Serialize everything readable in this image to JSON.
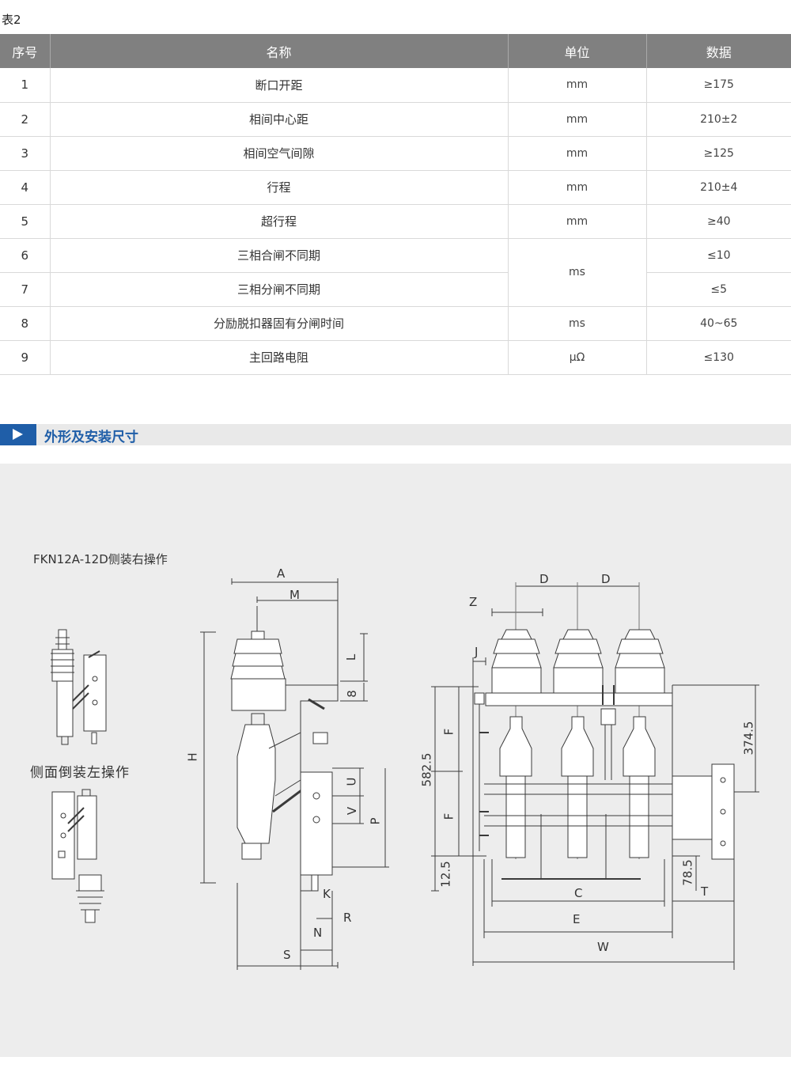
{
  "table": {
    "caption": "表2",
    "headers": [
      "序号",
      "名称",
      "单位",
      "数据"
    ],
    "rows": [
      {
        "no": "1",
        "name": "断口开距",
        "unit": "mm",
        "value": "≥175"
      },
      {
        "no": "2",
        "name": "相间中心距",
        "unit": "mm",
        "value": "210±2"
      },
      {
        "no": "3",
        "name": "相间空气间隙",
        "unit": "mm",
        "value": "≥125"
      },
      {
        "no": "4",
        "name": "行程",
        "unit": "mm",
        "value": "210±4"
      },
      {
        "no": "5",
        "name": "超行程",
        "unit": "mm",
        "value": "≥40"
      },
      {
        "no": "6",
        "name": "三相合闸不同期",
        "unit": "ms",
        "value": "≤10"
      },
      {
        "no": "7",
        "name": "三相分闸不同期",
        "unit": "",
        "value": "≤5"
      },
      {
        "no": "8",
        "name": "分励脱扣器固有分闸时间",
        "unit": "ms",
        "value": "40~65"
      },
      {
        "no": "9",
        "name": "主回路电阻",
        "unit": "μΩ",
        "value": "≤130"
      }
    ]
  },
  "section": {
    "title": "外形及安装尺寸"
  },
  "drawing": {
    "label_right": "FKN12A-12D侧装右操作",
    "label_left": "侧面倒装左操作",
    "side_dims": {
      "A": "A",
      "M": "M",
      "L": "L",
      "eight": "8",
      "H": "H",
      "U": "U",
      "V": "V",
      "P": "P",
      "K": "K",
      "R": "R",
      "N": "N",
      "S": "S"
    },
    "front_dims": {
      "D1": "D",
      "D2": "D",
      "Z": "Z",
      "J": "J",
      "F1": "F",
      "F2": "F",
      "d582": "582.5",
      "d374": "374.5",
      "d12": "12.5",
      "d78": "78.5",
      "T": "T",
      "C": "C",
      "E": "E",
      "W": "W"
    }
  },
  "colors": {
    "header_bg": "#808080",
    "accent_blue": "#1f5ea8",
    "drawing_bg": "#ededed"
  }
}
